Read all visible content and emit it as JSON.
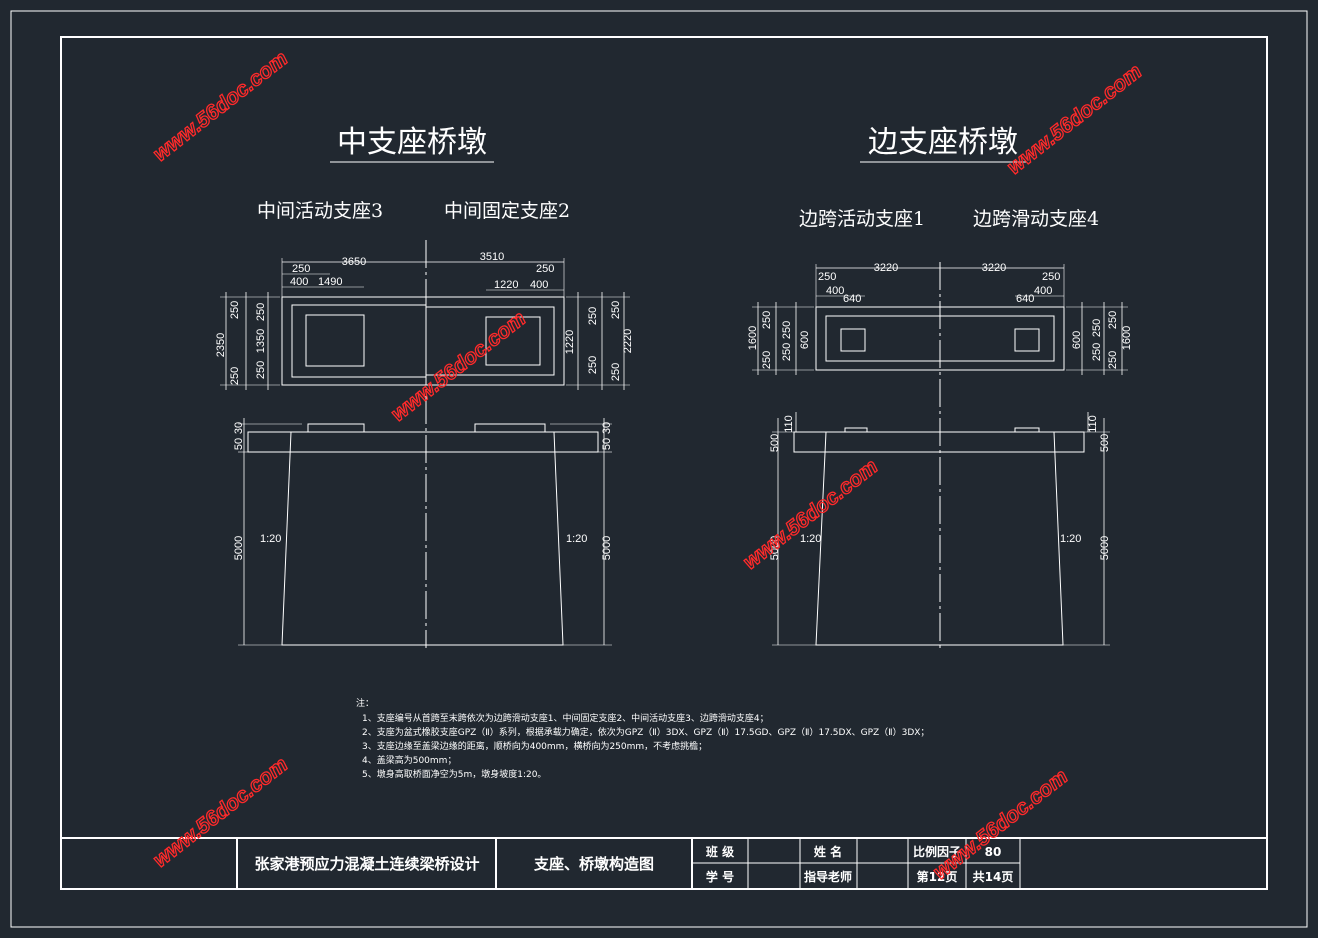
{
  "left_view": {
    "title": "中支座桥墩",
    "subtitle_left": "中间活动支座3",
    "subtitle_right": "中间固定支座2",
    "dims": {
      "top_left_width": "3650",
      "top_right_width": "3510",
      "left_250": "250",
      "left_400": "400",
      "left_1490": "1490",
      "right_1220": "1220",
      "right_400": "400",
      "right_250": "250",
      "height_2350": "2350",
      "height_1350": "1350",
      "height_2220": "2220",
      "height_1220": "1220",
      "v250": "250",
      "cap_50": "50",
      "cap_30": "30",
      "pier_5000": "5000",
      "slope": "1:20"
    }
  },
  "right_view": {
    "title": "边支座桥墩",
    "subtitle_left": "边跨活动支座1",
    "subtitle_right": "边跨滑动支座4",
    "dims": {
      "left_width": "3220",
      "right_width": "3220",
      "d250": "250",
      "d400": "400",
      "d640": "640",
      "height_1600": "1600",
      "d600": "600",
      "d110": "110",
      "cap_500": "500",
      "pier_5000": "5000",
      "slope": "1:20"
    }
  },
  "notes": {
    "heading": "注：",
    "items": [
      "1、支座编号从首跨至末跨依次为边跨滑动支座1、中间固定支座2、中间活动支座3、边跨滑动支座4；",
      "2、支座为盆式橡胶支座GPZ（Ⅱ）系列，根据承载力确定，依次为GPZ（Ⅱ）3DX、GPZ（Ⅱ）17.5GD、GPZ（Ⅱ）17.5DX、GPZ（Ⅱ）3DX；",
      "3、支座边缘至盖梁边缘的距离，顺桥向为400mm，横桥向为250mm，不考虑挑檐；",
      "4、盖梁高为500mm；",
      "5、墩身高取桥面净空为5m，墩身坡度1:20。"
    ]
  },
  "title_block": {
    "project": "张家港预应力混凝土连续梁桥设计",
    "drawing": "支座、桥墩构造图",
    "class_label": "班  级",
    "student_id_label": "学  号",
    "name_label": "姓  名",
    "advisor_label": "指导老师",
    "scale_label": "比例因子",
    "scale_value": "80",
    "page_label": "第12页",
    "total_label": "共14页"
  },
  "watermark": "www.56doc.com"
}
